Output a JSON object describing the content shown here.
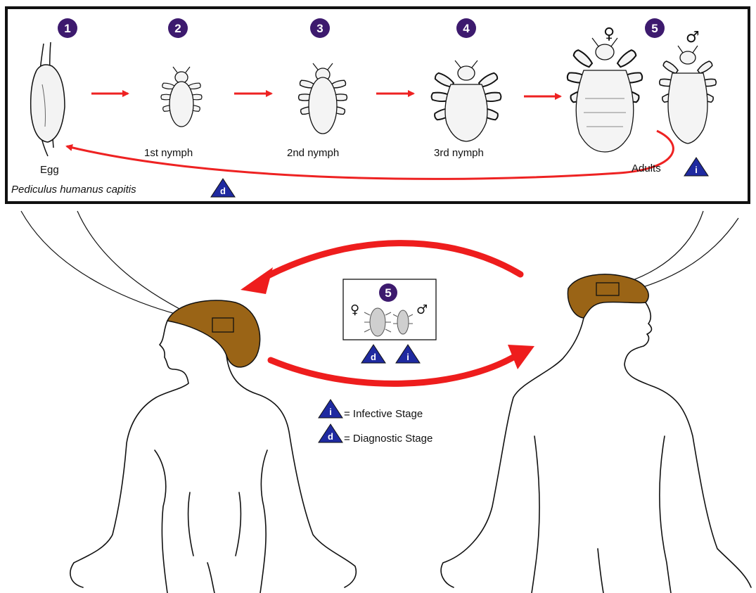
{
  "lifecycle_panel": {
    "stages": [
      {
        "number": "1",
        "label": "Egg"
      },
      {
        "number": "2",
        "label": "1st nymph"
      },
      {
        "number": "3",
        "label": "2nd nymph"
      },
      {
        "number": "4",
        "label": "3rd nymph"
      },
      {
        "number": "5",
        "label": "Adults"
      }
    ],
    "species_name": "Pediculus humanus capitis",
    "female_symbol": "♀",
    "male_symbol": "♂"
  },
  "transfer_box": {
    "number": "5",
    "female_symbol": "♀",
    "male_symbol": "♂"
  },
  "markers": {
    "infective_letter": "i",
    "diagnostic_letter": "d"
  },
  "legend": {
    "infective": "= Infective Stage",
    "diagnostic": "= Diagnostic Stage"
  },
  "colors": {
    "badge": "#3d1a6e",
    "triangle": "#1f2aa0",
    "arrow": "#ee2222",
    "hair": "#9a6416"
  }
}
